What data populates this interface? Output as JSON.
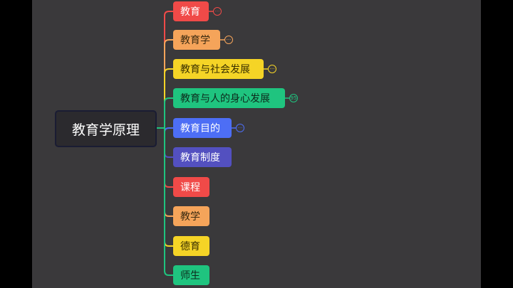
{
  "root": {
    "label": "教育学原理"
  },
  "branches": [
    {
      "label": "教育",
      "color": "#f04a48",
      "text": "#ffffff",
      "badge": "···"
    },
    {
      "label": "教育学",
      "color": "#f5a45a",
      "text": "#3a2a10",
      "badge": "···"
    },
    {
      "label": "教育与社会发展",
      "color": "#f5d426",
      "text": "#3a3000",
      "badge": "···"
    },
    {
      "label": "教育与人的身心发展",
      "color": "#1fc47f",
      "text": "#0d2a1c",
      "badge": "95"
    },
    {
      "label": "教育目的",
      "color": "#4d6ef5",
      "text": "#ffffff",
      "badge": "···"
    },
    {
      "label": "教育制度",
      "color": "#5350c0",
      "text": "#ffffff",
      "badge": null
    },
    {
      "label": "课程",
      "color": "#f04a48",
      "text": "#ffffff",
      "badge": null
    },
    {
      "label": "教学",
      "color": "#f5a45a",
      "text": "#3a2a10",
      "badge": null
    },
    {
      "label": "德育",
      "color": "#f5d426",
      "text": "#3a3000",
      "badge": null
    },
    {
      "label": "师生",
      "color": "#1fc47f",
      "text": "#0d2a1c",
      "badge": null
    }
  ]
}
